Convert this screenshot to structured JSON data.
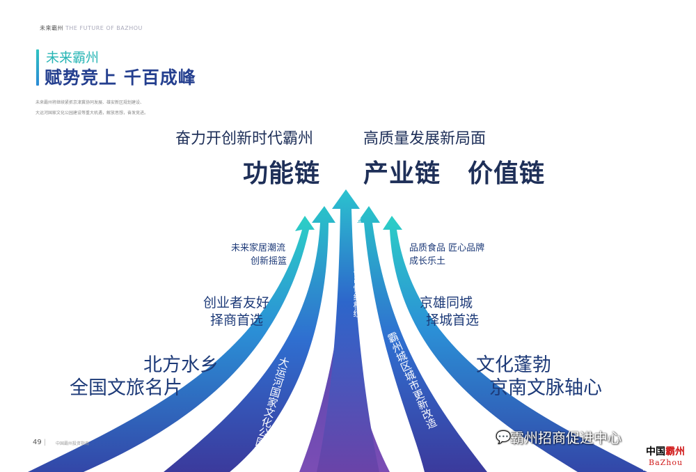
{
  "header": {
    "cn": "未来霸州",
    "en": "THE FUTURE OF BAZHOU"
  },
  "subtitle": "未来霸州",
  "title": "赋势竞上 千百成峰",
  "intro": [
    "未来霸州将继续紧抓京津冀协同发展、雄安新区规划建设、",
    "大运河国家文化公园建设等重大机遇，解放思想，奋发竞进。"
  ],
  "headlines": {
    "line1": "奋力开创新时代霸州",
    "line2": "高质量发展新局面"
  },
  "chains": [
    "功能链",
    "产业链",
    "价值链"
  ],
  "left_labels": {
    "small": [
      "未来家居潮流",
      "创新摇篮"
    ],
    "medium": [
      "创业者友好",
      "择商首选"
    ],
    "large": [
      "北方水乡",
      "全国文旅名片"
    ]
  },
  "right_labels": {
    "small": [
      "品质食品 匠心品牌",
      "成长乐土"
    ],
    "medium": [
      "京雄同城",
      "择城首选"
    ],
    "large": [
      "文化蓬勃",
      "京南文脉轴心"
    ]
  },
  "arrow_texts": {
    "left": "大运河国家文化公园建设",
    "center": "益津城区高铁及R1快线枢纽",
    "right": "霸州城区城市更新改造"
  },
  "footer": {
    "page": "49",
    "text": "中国霸州投资指南"
  },
  "watermark": "霸州招商促进中心",
  "logo": {
    "cn1": "中国",
    "cn2": "霸州",
    "en": "BaZhou"
  },
  "colors": {
    "teal": "#2dc7c3",
    "blue": "#2f76d2",
    "indigo": "#3a3f9e",
    "purple": "#5a3c9c",
    "navy": "#1e2f58"
  }
}
